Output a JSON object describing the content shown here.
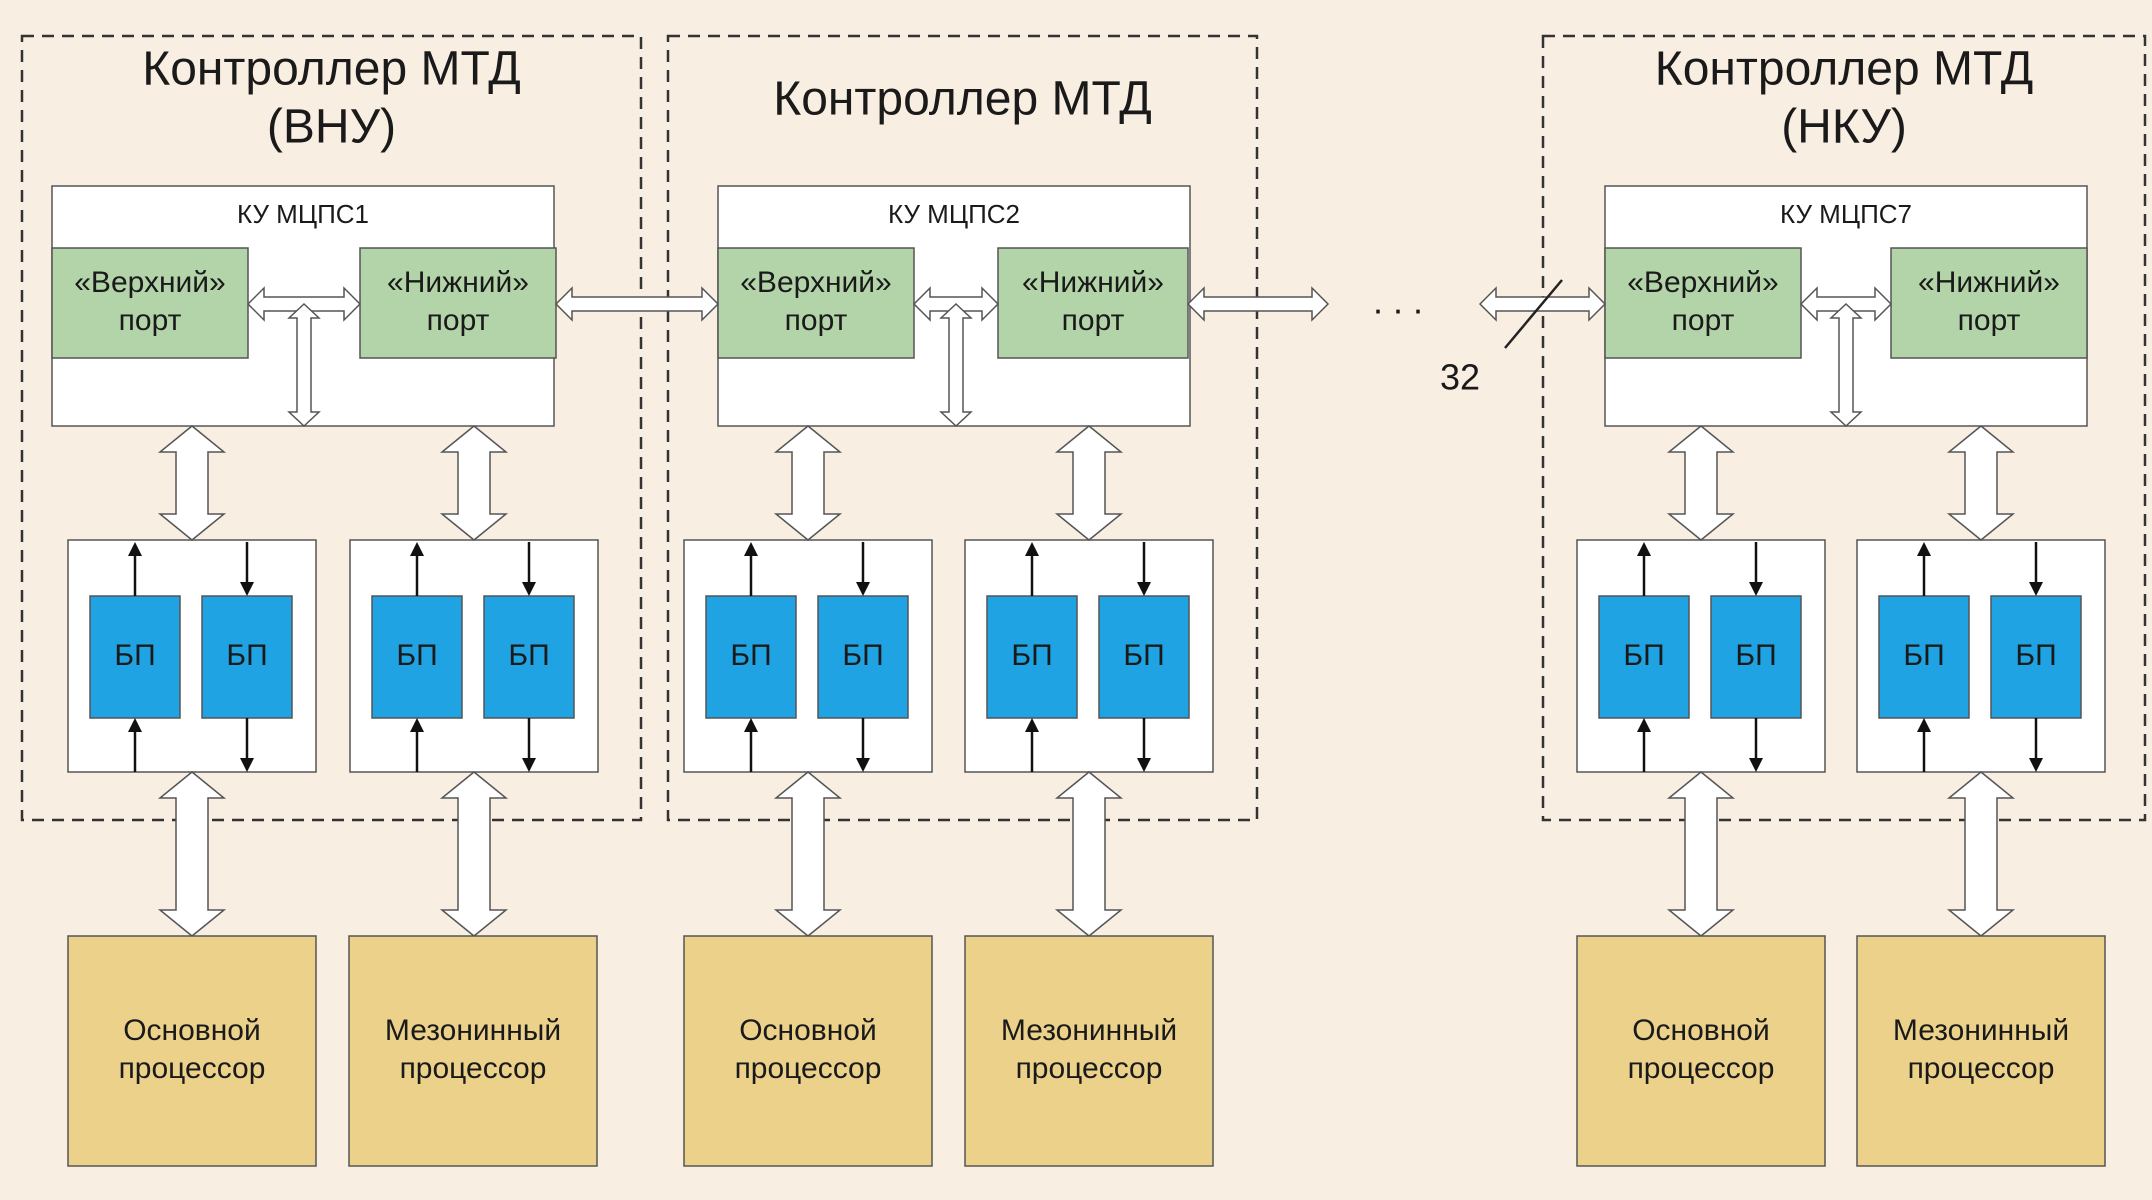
{
  "colors": {
    "background": "#f8eee2",
    "port_fill": "#b2d4a8",
    "bp_fill": "#1fa3e3",
    "processor_fill": "#ecd18b",
    "line": "#333333"
  },
  "controllers": [
    {
      "title_lines": [
        "Контроллер МТД",
        "(ВНУ)"
      ],
      "ku_label": "КУ МЦПС1",
      "upper_port": [
        "«Верхний»",
        "порт"
      ],
      "lower_port": [
        "«Нижний»",
        "порт"
      ],
      "bp_labels": [
        "БП",
        "БП",
        "БП",
        "БП"
      ],
      "processors": [
        [
          "Основной",
          "процессор"
        ],
        [
          "Мезонинный",
          "процессор"
        ]
      ]
    },
    {
      "title_lines": [
        "Контроллер МТД"
      ],
      "ku_label": "КУ МЦПС2",
      "upper_port": [
        "«Верхний»",
        "порт"
      ],
      "lower_port": [
        "«Нижний»",
        "порт"
      ],
      "bp_labels": [
        "БП",
        "БП",
        "БП",
        "БП"
      ],
      "processors": [
        [
          "Основной",
          "процессор"
        ],
        [
          "Мезонинный",
          "процессор"
        ]
      ]
    },
    {
      "title_lines": [
        "Контроллер МТД",
        "(НКУ)"
      ],
      "ku_label": "КУ МЦПС7",
      "upper_port": [
        "«Верхний»",
        "порт"
      ],
      "lower_port": [
        "«Нижний»",
        "порт"
      ],
      "bp_labels": [
        "БП",
        "БП",
        "БП",
        "БП"
      ],
      "processors": [
        [
          "Основной",
          "процессор"
        ],
        [
          "Мезонинный",
          "процессор"
        ]
      ]
    }
  ],
  "chain": {
    "ellipsis": ". . .",
    "count_label": "32"
  }
}
